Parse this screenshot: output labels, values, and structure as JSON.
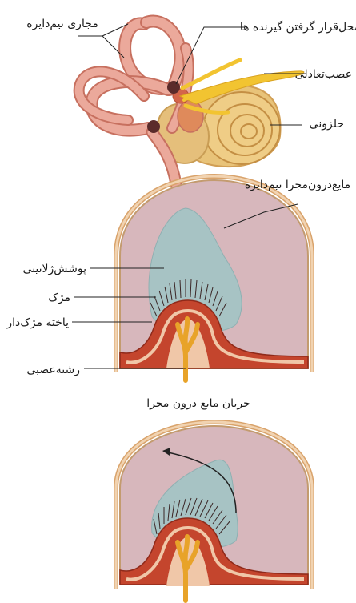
{
  "figure": {
    "top": {
      "semicircular_canals": "مجاری نیم‌دایره",
      "receptor_site": "محل‌قرار گرفتن گیرنده ها",
      "vestibular_nerve": "عصب‌تعادلی",
      "cochlea": "حلزونی"
    },
    "middle": {
      "endolymph": "مایع‌درون‌مجرا نیم‌دایره",
      "gelatinous_cover": "پوشش‌ژلاتینی",
      "cilia": "مژک",
      "hair_cell": "یاخته مژک‌دار",
      "nerve_fiber": "رشته‌عصبی"
    },
    "bottom": {
      "caption": "جریان مایع درون مجرا"
    }
  },
  "colors": {
    "canal_fill": "#eba99b",
    "canal_stroke": "#c7705f",
    "bony_wall": "#d9a36b",
    "bony_wall_fill": "#f1d3b1",
    "chamber": "#d7b7bc",
    "gel": "#a7c3c4",
    "hair_cells": "#c4452d",
    "nerve": "#e8a329",
    "cochlea_fill": "#e8c379",
    "receptor_dark": "#5b2b2b"
  }
}
